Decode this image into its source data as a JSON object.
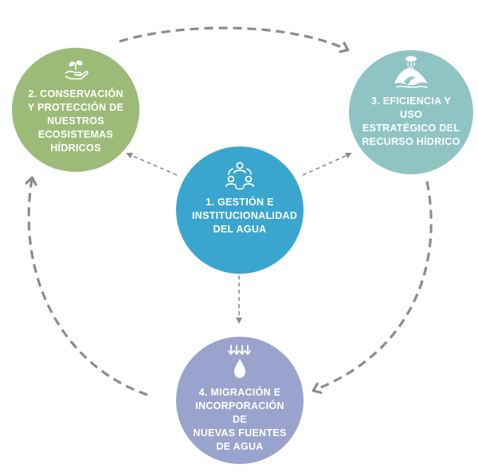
{
  "diagram": {
    "nodes": [
      {
        "id": "gestion",
        "label": "1. GESTIÓN E INSTITUCIONALIDAD DEL AGUA",
        "lines": [
          "1. GESTIÓN E",
          "INSTITUCIONALIDAD",
          "DEL AGUA"
        ],
        "icon": "people-network-icon",
        "color": "#3aa6cf"
      },
      {
        "id": "conservacion",
        "label": "2. CONSERVACIÓN Y PROTECCIÓN DE NUESTROS ECOSISTEMAS HÍDRICOS",
        "lines": [
          "2. CONSERVACIÓN",
          "Y PROTECCIÓN DE",
          "NUESTROS ECOSISTEMAS",
          "HÍDRICOS"
        ],
        "icon": "hand-plant-icon",
        "color": "#9dbb78"
      },
      {
        "id": "eficiencia",
        "label": "3. EFICIENCIA Y USO ESTRATÉGICO DEL RECURSO HÍDRICO",
        "lines": [
          "3. EFICIENCIA Y USO",
          "ESTRATÉGICO DEL",
          "RECURSO HÍDRICO"
        ],
        "icon": "mountain-rain-icon",
        "color": "#8fc4c4"
      },
      {
        "id": "migracion",
        "label": "4. MIGRACIÓN E INCORPORACIÓN DE NUEVAS FUENTES DE AGUA",
        "lines": [
          "4. MIGRACIÓN E",
          "INCORPORACIÓN DE",
          "NUEVAS FUENTES",
          "DE AGUA"
        ],
        "icon": "water-drop-arrows-icon",
        "color": "#9aa3cd"
      }
    ],
    "edges": [
      {
        "from": "gestion",
        "to": "conservacion",
        "style": "dashed-small"
      },
      {
        "from": "gestion",
        "to": "eficiencia",
        "style": "dashed-small"
      },
      {
        "from": "gestion",
        "to": "migracion",
        "style": "dashed-small"
      },
      {
        "from": "conservacion",
        "to": "eficiencia",
        "style": "dashed-large"
      },
      {
        "from": "eficiencia",
        "to": "migracion",
        "style": "dashed-large"
      },
      {
        "from": "migracion",
        "to": "conservacion",
        "style": "dashed-large"
      }
    ],
    "arrow_color": "#8c8c8c"
  }
}
